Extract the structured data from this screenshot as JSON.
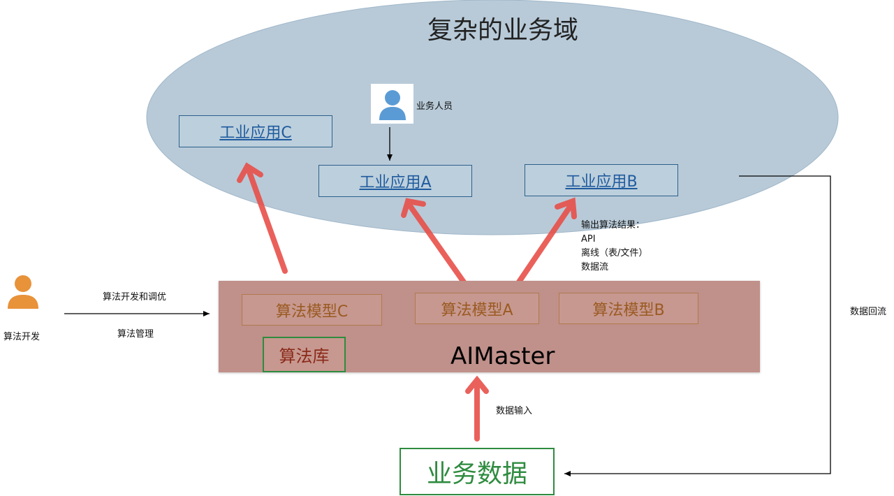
{
  "domain": {
    "title": "复杂的业务域"
  },
  "apps": {
    "c": "工业应用C",
    "a": "工业应用A",
    "b": "工业应用B"
  },
  "business_staff": {
    "label": "业务人员"
  },
  "output_note": {
    "lines": [
      "输出算法结果：",
      "API",
      "离线（表/文件）",
      "数据流"
    ]
  },
  "developer": {
    "label": "算法开发",
    "arrow_top": "算法开发和调优",
    "arrow_bottom": "算法管理"
  },
  "platform": {
    "name": "AIMaster",
    "models": {
      "c": "算法模型C",
      "a": "算法模型A",
      "b": "算法模型B"
    },
    "library": "算法库"
  },
  "data_input": {
    "label": "数据输入"
  },
  "data_return": {
    "label": "数据回流"
  },
  "business_data": {
    "label": "业务数据"
  },
  "colors": {
    "ellipse": "#b8cad8",
    "app_text": "#1f5b9e",
    "platform": "#c0908a",
    "model_text": "#9a5a22",
    "library_text": "#8a2a1a",
    "green": "#2e8b3f",
    "red_arrow": "#e8504a",
    "person_blue": "#5b9bd5",
    "person_orange": "#e8923a"
  },
  "icons": {
    "business_staff": "person-icon",
    "developer": "person-icon"
  }
}
